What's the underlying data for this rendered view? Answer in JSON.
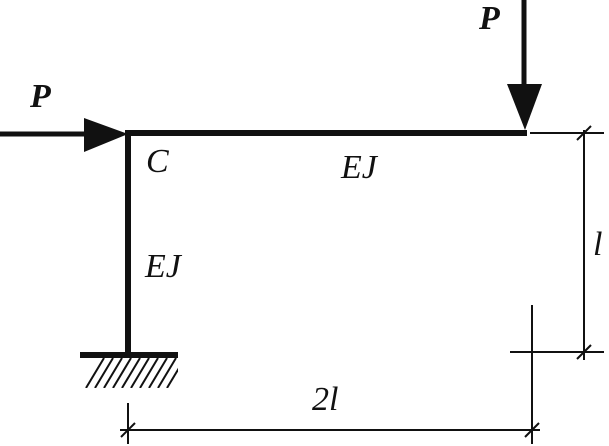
{
  "labels": {
    "load_top": "P",
    "load_left": "P",
    "joint": "C",
    "stiffness_beam": "EJ",
    "stiffness_column": "EJ",
    "dim_height": "l",
    "dim_width": "2l"
  },
  "colors": {
    "ink": "#111111",
    "background": "#ffffff"
  }
}
